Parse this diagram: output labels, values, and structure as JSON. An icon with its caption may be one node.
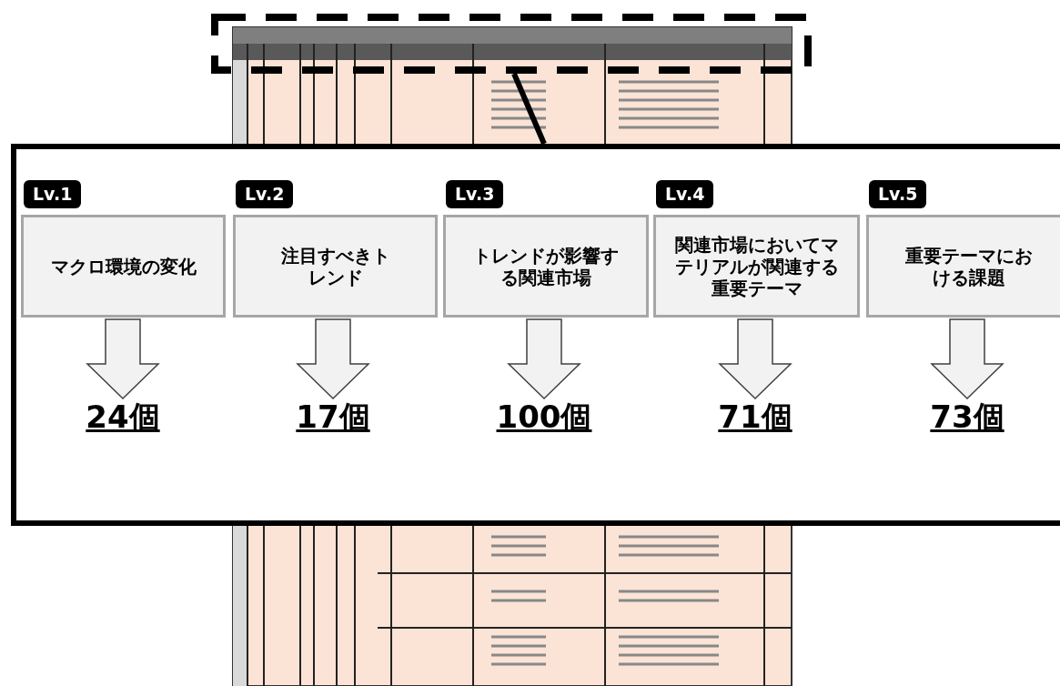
{
  "diagram": {
    "nodes": [
      {
        "text": [],
        "shape": "box"
      },
      {
        "text": [],
        "shape": "box"
      },
      {
        "text": [
          "Lv.1",
          "マクロ環境の変化"
        ],
        "in": 1
      },
      {
        "text": [
          "Lv.2",
          "注目すべきトレンド"
        ],
        "in": 1
      },
      {
        "text": [
          "Lv.3",
          "トレンドが影響する関連市場"
        ],
        "in": 1
      },
      {
        "text": [
          "Lv.4",
          "関連市場においてマテリアルが関連する重要テーマ"
        ],
        "in": 1
      },
      {
        "text": [
          "Lv.5",
          "重要テーマにおける課題"
        ],
        "in": 1
      },
      {
        "text": [
          "24個"
        ],
        "in": 1
      },
      {
        "text": [
          "17個"
        ],
        "in": 1
      },
      {
        "text": [
          "100個"
        ],
        "in": 1
      },
      {
        "text": [
          "71個"
        ],
        "in": 1
      },
      {
        "text": [
          "73個"
        ],
        "in": 1
      }
    ],
    "edges": [
      {
        "from": 0,
        "to": 1,
        "arrow": "none"
      },
      {
        "from": 2,
        "to": 7,
        "arrow": "to"
      },
      {
        "from": 3,
        "to": 8,
        "arrow": "to"
      },
      {
        "from": 4,
        "to": 9,
        "arrow": "to"
      },
      {
        "from": 5,
        "to": 10,
        "arrow": "to"
      },
      {
        "from": 6,
        "to": 11,
        "arrow": "to"
      }
    ]
  }
}
